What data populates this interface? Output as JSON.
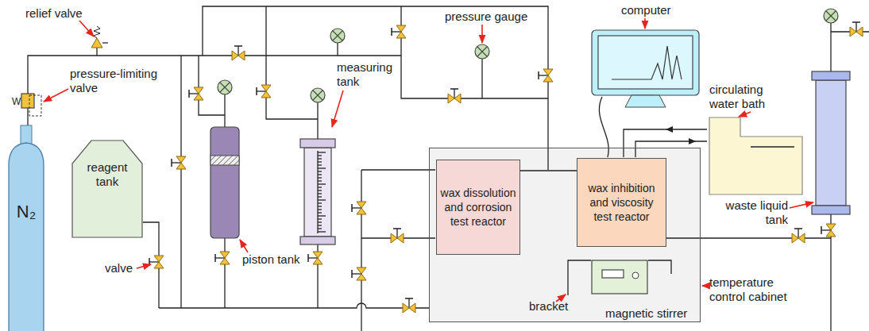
{
  "diagram": {
    "nodes": [
      {
        "text": [
          "N₂"
        ]
      },
      {
        "text": [
          "reagent tank"
        ]
      },
      {
        "text": [
          "temperature control cabinet"
        ]
      },
      {
        "text": [
          "wax dissolution and corrosion test reactor"
        ],
        "in": 2
      },
      {
        "text": [
          "wax inhibition and viscosity test reactor"
        ],
        "in": 2
      }
    ],
    "edges": [
      {
        "from": 3,
        "to": 4,
        "arrow": "none"
      }
    ],
    "labels": [
      "relief valve",
      "W",
      "pressure-limiting valve",
      "valve",
      "piston tank",
      "measuring tank",
      "pressure gauge",
      "computer",
      "circulating water bath",
      "waste liquid tank",
      "bracket",
      "magnetic stirrer"
    ]
  }
}
